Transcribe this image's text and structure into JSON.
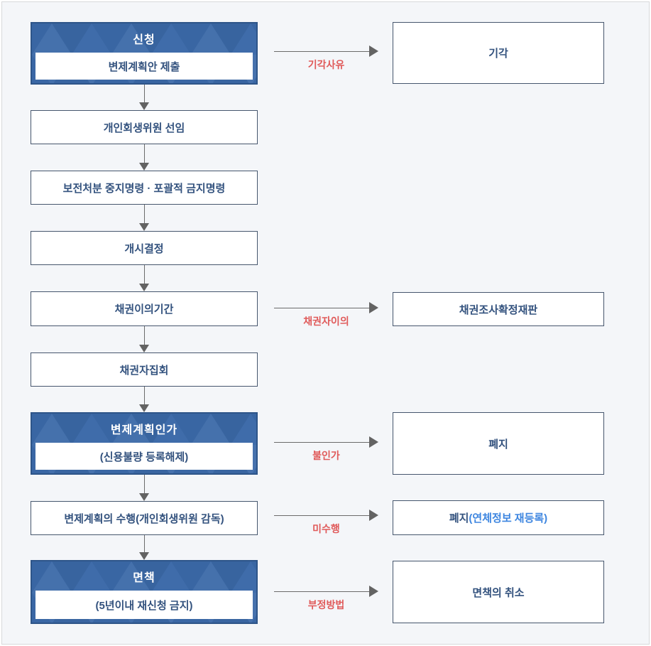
{
  "colors": {
    "background": "#f4f6f9",
    "frame_border": "#d8d9dc",
    "accent_blue": "#3b69a8",
    "accent_blue_border": "#2e5589",
    "box_border": "#46566d",
    "text_navy": "#33527e",
    "text_red": "#e05a5a",
    "text_bright_blue": "#3e86e0",
    "arrow_gray": "#6b6b6b"
  },
  "flow": {
    "steps": [
      {
        "type": "header",
        "title": "신청",
        "subtitle": "변제계획안 제출"
      },
      {
        "type": "plain",
        "label": "개인회생위원 선임"
      },
      {
        "type": "plain",
        "label": "보전처분 중지명령 · 포괄적 금지명령"
      },
      {
        "type": "plain",
        "label": "개시결정"
      },
      {
        "type": "plain",
        "label": "채권이의기간"
      },
      {
        "type": "plain",
        "label": "채권자집회"
      },
      {
        "type": "header",
        "title": "변제계획인가",
        "subtitle": "(신용불량 등록해제)"
      },
      {
        "type": "plain",
        "label": "변제계획의 수행(개인회생위원 감독)"
      },
      {
        "type": "header",
        "title": "면책",
        "subtitle": "(5년이내 재신청 금지)"
      }
    ],
    "branches": [
      {
        "label": "기각사유",
        "result": "기각",
        "result_suffix": ""
      },
      {
        "label": "채권자이의",
        "result": "채권조사확정재판",
        "result_suffix": ""
      },
      {
        "label": "불인가",
        "result": "폐지",
        "result_suffix": ""
      },
      {
        "label": "미수행",
        "result": "폐지",
        "result_suffix": "(연체정보 재등록)"
      },
      {
        "label": "부정방법",
        "result": "면책의 취소",
        "result_suffix": ""
      }
    ]
  }
}
